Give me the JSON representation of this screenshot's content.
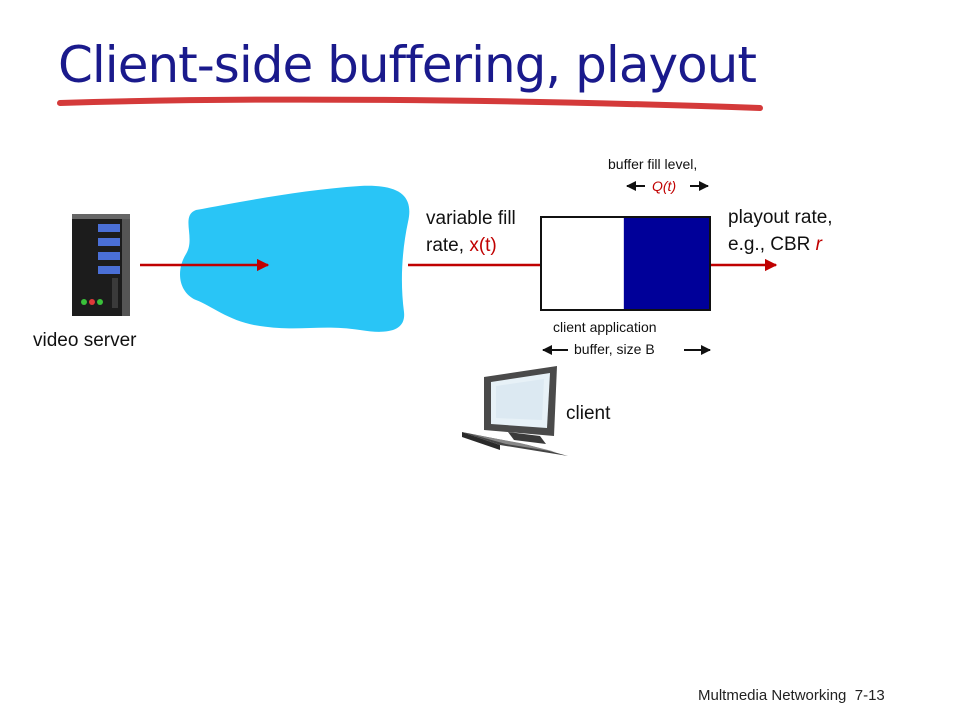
{
  "slide": {
    "title": "Client-side buffering, playout",
    "footer_left": "Multmedia Networking",
    "footer_right": "7-13"
  },
  "labels": {
    "video_server": "video server",
    "fill_rate_line1": "variable fill",
    "fill_rate_line2_prefix": "rate,",
    "fill_rate_var": "x(t)",
    "playout_line1": "playout rate,",
    "playout_line2_prefix": "e.g., CBR",
    "playout_var": "r",
    "fill_level_line1": "buffer fill level,",
    "fill_level_var": "Q(t)",
    "buffer_line1": "client  application",
    "buffer_line2": "buffer, size B",
    "client": "client"
  },
  "buffer": {
    "fill_fraction": 0.51
  },
  "colors": {
    "title": "#1a1a8c",
    "underline": "#d43a3a",
    "arrow": "#c00000",
    "cloud": "#29c5f6",
    "buffer_fill": "#000099",
    "accent_text": "#c00000"
  },
  "icons": [
    "server-icon",
    "network-cloud-icon",
    "client-computer-icon"
  ]
}
